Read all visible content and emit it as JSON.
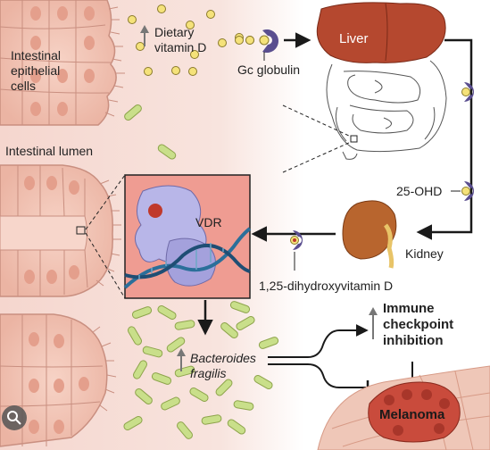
{
  "labels": {
    "intestinal_epithelial_cells": [
      "Intestinal",
      "epithelial",
      "cells"
    ],
    "intestinal_lumen": "Intestinal lumen",
    "dietary_vitamin_d": [
      "Dietary",
      "vitamin D"
    ],
    "gc_globulin": "Gc globulin",
    "liver": "Liver",
    "ohd": "25-OHD",
    "kidney": "Kidney",
    "dihydroxyvitamin_d": "1,25-dihydroxyvitamin D",
    "vdr": "VDR",
    "bacteroides_fragilis": [
      "Bacteroides",
      "fragilis"
    ],
    "immune_checkpoint_inhibition": [
      "Immune",
      "checkpoint",
      "inhibition"
    ],
    "melanoma": "Melanoma"
  },
  "colors": {
    "gut_background": "#f6ddd6",
    "epithelium_fill": "#f4c6b7",
    "epithelium_stroke": "#c98f80",
    "vitamin_d_dot": "#f5e27a",
    "gc_globulin": "#5a4e8f",
    "liver": "#b5482f",
    "kidney": "#b8652e",
    "inset_background": "#ef9c92",
    "vdr_protein": "#b8b6e8",
    "bacteria": "#c9df8a",
    "melanoma": "#c94b3c",
    "arrow": "#1a1a1a"
  },
  "icons": [
    "up-arrow-icon",
    "down-arrow-icon",
    "t-bar-inhibition-icon",
    "zoom-icon"
  ]
}
